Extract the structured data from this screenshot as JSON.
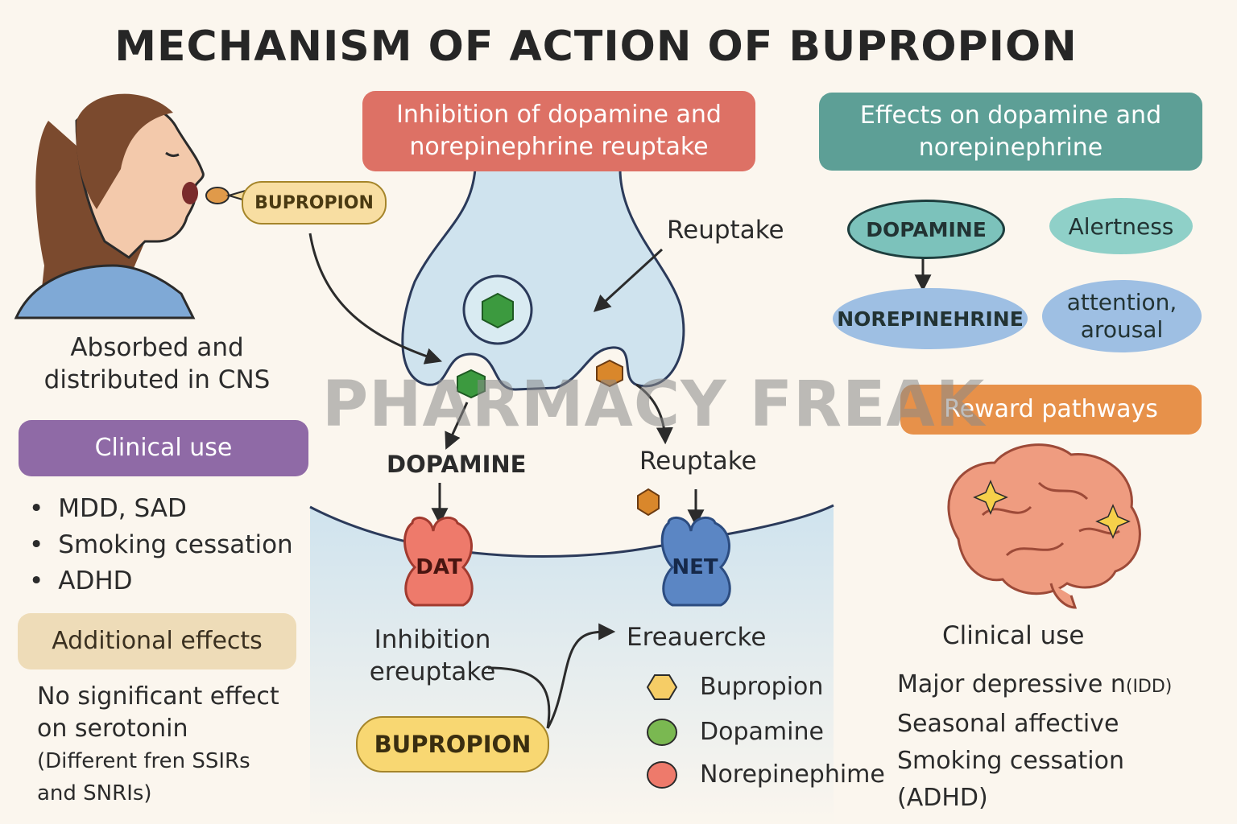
{
  "title": "MECHANISM OF ACTION OF BUPROPION",
  "watermark": "PHARMACY FREAK",
  "left": {
    "pill_label": "BUPROPION",
    "absorbed_line1": "Absorbed and",
    "absorbed_line2": "distributed in CNS",
    "clinical_use_header": "Clinical use",
    "clinical_uses": [
      "MDD, SAD",
      "Smoking cessation",
      "ADHD"
    ],
    "additional_effects_header": "Additional effects",
    "effect_line1": "No significant effect",
    "effect_line2": "on serotonin",
    "effect_line3": "(Different fren SSIRs",
    "effect_line4": "and SNRIs)"
  },
  "center": {
    "banner_line1": "Inhibition of dopamine and",
    "banner_line2": "norepinephrine reuptake",
    "reuptake_top": "Reuptake",
    "dopamine_label": "DOPAMINE",
    "reuptake_right": "Reuptake",
    "dat_label": "DAT",
    "net_label": "NET",
    "inhibition_line1": "Inhibition",
    "inhibition_line2": "ereuptake",
    "ereauercke": "Ereauercke",
    "bupropion_pill": "BUPROPION",
    "legend": [
      {
        "label": "Bupropion",
        "color": "#f6cd66"
      },
      {
        "label": "Dopamine",
        "color": "#7ab851"
      },
      {
        "label": "Norepinephime",
        "color": "#ee7a6b"
      }
    ]
  },
  "right": {
    "banner_line1": "Effects on dopamine and",
    "banner_line2": "norepinephrine",
    "dopamine_node": "DOPAMINE",
    "norepinephrine_node": "NOREPINEHRINE",
    "alertness": "Alertness",
    "attention_line1": "attention,",
    "attention_line2": "arousal",
    "reward_header": "Reward pathways",
    "clinical_use_header": "Clinical use",
    "uses_line1": "Major depressive n",
    "uses_line1_small": "(IDD)",
    "uses_line2": "Seasonal affective",
    "uses_line3": "Smoking cessation",
    "uses_line4": "(ADHD)"
  },
  "colors": {
    "red_banner": "#dd7165",
    "teal_banner": "#5d9f96",
    "purple_banner": "#8f6aa6",
    "orange_banner": "#e7914a",
    "tan_banner": "#eedcb8",
    "neuron_blue": "#cfe3ee",
    "dat_red": "#ee7a6b",
    "net_blue": "#5b86c4"
  }
}
